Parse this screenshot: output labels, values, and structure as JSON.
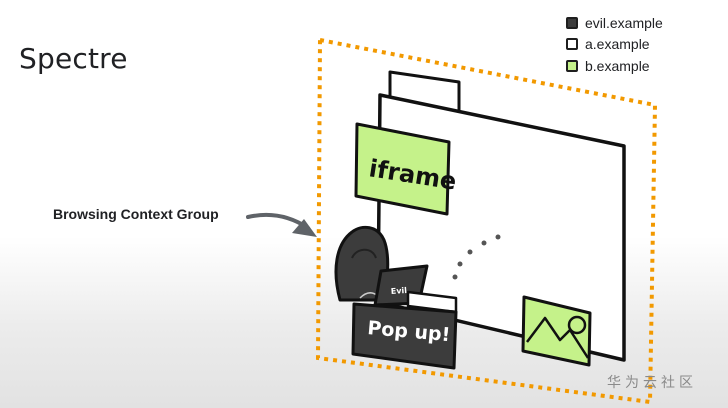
{
  "title": "Spectre",
  "bcg_label": "Browsing Context Group",
  "legend": [
    {
      "label": "evil.example",
      "color": "#3c3c3c"
    },
    {
      "label": "a.example",
      "color": "#ffffff"
    },
    {
      "label": "b.example",
      "color": "#c5f28a"
    }
  ],
  "iframe_label": "iframe",
  "popup_label": "Pop up!",
  "laptop_label": "Evil",
  "watermark": "华为云社区",
  "colors": {
    "dotted_border": "#f29900",
    "outline": "#111111",
    "b_example": "#c5f28a",
    "evil_example": "#3c3c3c",
    "arrow": "#5f6368"
  }
}
